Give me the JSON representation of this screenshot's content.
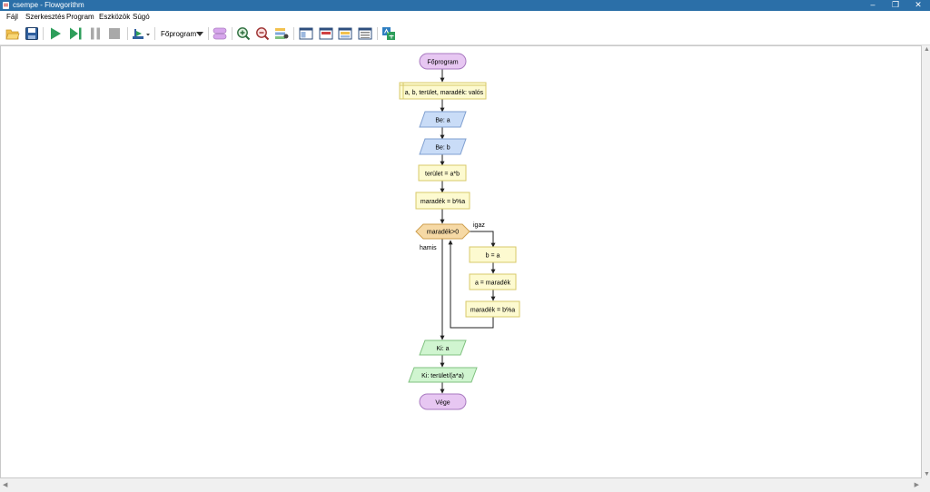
{
  "window": {
    "title": "csempe - Flowgorithm",
    "minimize": "–",
    "maximize": "❐",
    "close": "✕"
  },
  "menu": {
    "items": [
      {
        "label": "Fájl"
      },
      {
        "label": "Szerkesztés"
      },
      {
        "label": "Program"
      },
      {
        "label": "Eszközök"
      },
      {
        "label": "Súgó"
      }
    ]
  },
  "toolbar": {
    "function_select": "Főprogram",
    "icons": [
      "open-folder-icon",
      "save-icon",
      "run-icon",
      "step-icon",
      "pause-icon",
      "stop-icon",
      "speed-icon",
      "function-manager-icon",
      "zoom-in-icon",
      "zoom-out-icon",
      "variable-watch-icon",
      "layout-icon-1",
      "layout-icon-2",
      "layout-icon-3",
      "layout-icon-4",
      "translate-icon"
    ]
  },
  "flowchart": {
    "start": "Főprogram",
    "declare": "a, b, terület, maradék: valós",
    "input_a": "Be: a",
    "input_b": "Be: b",
    "assign_terulet": "terület = a*b",
    "assign_maradek": "maradék = b%a",
    "loop_condition": "maradék>0",
    "loop_true_label": "igaz",
    "loop_false_label": "hamis",
    "loop_assign_b": "b = a",
    "loop_assign_a": "a = maradék",
    "loop_assign_maradek": "maradék = b%a",
    "output_a": "Ki: a",
    "output_result": "Ki: terület/(a*a)",
    "end": "Vége"
  },
  "colors": {
    "titlebar": "#2b6fa8",
    "terminal_fill": "#e7c7f2",
    "terminal_stroke": "#a97ac0",
    "declare_fill": "#fdfad0",
    "declare_stroke": "#d8c96a",
    "input_fill": "#c9dcf7",
    "input_stroke": "#7f9fd0",
    "assign_fill": "#fdfad0",
    "assign_stroke": "#d8c96a",
    "loop_fill": "#f6d9a5",
    "loop_stroke": "#cfa050",
    "output_fill": "#d0f5d0",
    "output_stroke": "#7fc17f"
  }
}
